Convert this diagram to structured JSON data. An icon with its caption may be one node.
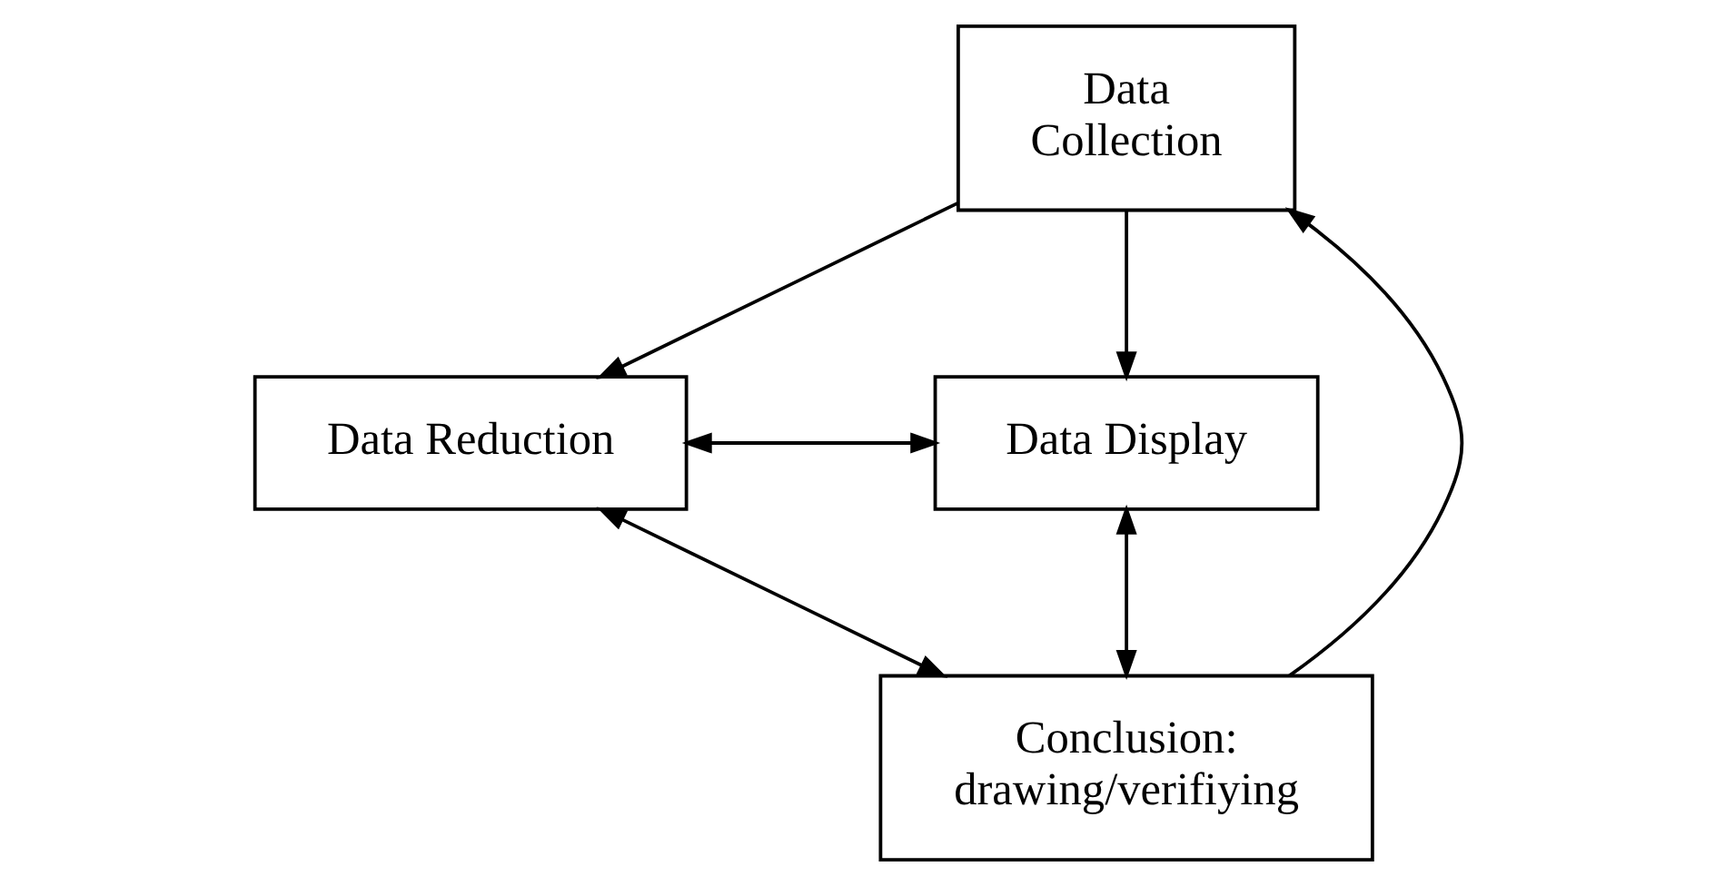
{
  "diagram": {
    "nodes": [
      {
        "text": [
          "Data Collection"
        ]
      },
      {
        "text": [
          "Data Display"
        ]
      },
      {
        "text": [
          "Data Reduction"
        ]
      },
      {
        "text": [
          "Conclusion: drawing/verifiying"
        ]
      }
    ],
    "edges": [
      {
        "from": 0,
        "to": 1,
        "arrow": "to"
      },
      {
        "from": 0,
        "to": 2,
        "arrow": "to"
      },
      {
        "from": 2,
        "to": 1,
        "arrow": "both"
      },
      {
        "from": 1,
        "to": 3,
        "arrow": "both"
      },
      {
        "from": 2,
        "to": 3,
        "arrow": "both"
      },
      {
        "from": 3,
        "to": 0,
        "arrow": "to"
      }
    ]
  }
}
